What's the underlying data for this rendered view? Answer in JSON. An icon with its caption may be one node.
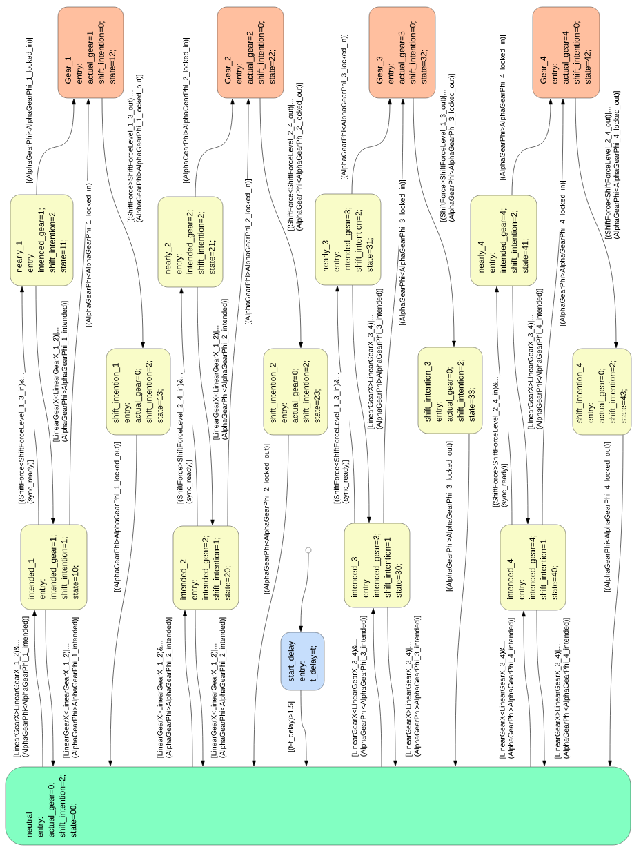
{
  "diagram": {
    "nodes": [
      {
        "text": [
          "neutral",
          "entry:",
          "actual_gear=0;",
          "shift_intention=2;",
          "state=00;"
        ]
      },
      {
        "text": [
          "start_delay",
          "entry:",
          "t_delay=t;"
        ]
      },
      {
        "text": [],
        "shape": "circle"
      },
      {
        "text": [
          "intended_1",
          "entry:",
          "intended_gear=1;",
          "shift_intention=1;",
          "state=10;"
        ]
      },
      {
        "text": [
          "nearly_1",
          "entry:",
          "intended_gear=1;",
          "shift_intention=2;",
          "state=11;"
        ]
      },
      {
        "text": [
          "Gear_1",
          "entry:",
          "actual_gear=1;",
          "shift_intention=0;",
          "state=12;"
        ]
      },
      {
        "text": [
          "shift_intention_1",
          "entry:",
          "actual_gear=0;",
          "shift_intention=2;",
          "state=13;"
        ]
      },
      {
        "text": [
          "intended_2",
          "entry:",
          "intended_gear=2;",
          "shift_intention=1;",
          "state=20;"
        ]
      },
      {
        "text": [
          "nearly_2",
          "entry:",
          "intended_gear=2;",
          "shift_intention=2;",
          "state=21;"
        ]
      },
      {
        "text": [
          "Gear_2",
          "entry:",
          "actual_gear=2;",
          "shift_intention=0;",
          "state=22;"
        ]
      },
      {
        "text": [
          "shift_intention_2",
          "entry:",
          "actual_gear=0;",
          "shift_intention=2;",
          "state=23;"
        ]
      },
      {
        "text": [
          "intended_3",
          "entry:",
          "intended_gear=3;",
          "shift_intention=1;",
          "state=30;"
        ]
      },
      {
        "text": [
          "nearly_3",
          "entry:",
          "intended_gear=3;",
          "shift_intention=2;",
          "state=31;"
        ]
      },
      {
        "text": [
          "Gear_3",
          "entry:",
          "actual_gear=3;",
          "shift_intention=0;",
          "state=32;"
        ]
      },
      {
        "text": [
          "shift_intention_3",
          "entry:",
          "actual_gear=0;",
          "shift_intention=2;",
          "state=33;"
        ]
      },
      {
        "text": [
          "intended_4",
          "entry:",
          "intended_gear=4;",
          "shift_intention=1;",
          "state=40;"
        ]
      },
      {
        "text": [
          "nearly_4",
          "entry:",
          "intended_gear=4;",
          "shift_intention=2;",
          "state=41;"
        ]
      },
      {
        "text": [
          "Gear_4",
          "entry:",
          "actual_gear=4;",
          "shift_intention=0;",
          "state=42;"
        ]
      },
      {
        "text": [
          "shift_intention_4",
          "entry:",
          "actual_gear=0;",
          "shift_intention=2;",
          "state=43;"
        ]
      }
    ],
    "edges": [
      {
        "from": 2,
        "to": 1,
        "arrow": "to"
      },
      {
        "from": 1,
        "to": 0,
        "arrow": "to",
        "label": "[(t-t_delay)>1.5]"
      },
      {
        "from": 0,
        "to": 3,
        "arrow": "to",
        "label": "[LinearGearX>LinearGearX_1_2)&... (AlphaGearPhi<AlphaGearPhi_1_intended)]"
      },
      {
        "from": 3,
        "to": 0,
        "arrow": "to",
        "label": "[LinearGearX<LinearGearX_1_2)|... (AlphaGearPhi>AlphaGearPhi_1_intended)]"
      },
      {
        "from": 3,
        "to": 4,
        "arrow": "to",
        "label": "[(ShiftForce<ShiftForceLevel_1_3_in)&... (sync_ready)]"
      },
      {
        "from": 4,
        "to": 3,
        "arrow": "to",
        "label": "[LinearGearX<LinearGearX_1_2)|... (AlphaGearPhi>AlphaGearPhi_1_intended)]"
      },
      {
        "from": 4,
        "to": 5,
        "arrow": "to",
        "label": "[(AlphaGearPhi<AlphaGearPhi_1_locked_in)]"
      },
      {
        "from": 3,
        "to": 5,
        "arrow": "to",
        "label": "[(AlphaGearPhi<AlphaGearPhi_1_locked_in)]"
      },
      {
        "from": 5,
        "to": 6,
        "arrow": "to",
        "label": "[(ShiftForce>ShiftForceLevel_1_3_out)|... (AlphaGearPhi>AlphaGearPhi_1_locked_out)]"
      },
      {
        "from": 6,
        "to": 0,
        "arrow": "to",
        "label": "[(AlphaGearPhi>AlphaGearPhi_1_locked_out)]"
      },
      {
        "from": 0,
        "to": 7,
        "arrow": "to",
        "label": "[LinearGearX>LinearGearX_1_2)&... (AlphaGearPhi>AlphaGearPhi_2_intended)]"
      },
      {
        "from": 7,
        "to": 0,
        "arrow": "to",
        "label": "[LinearGearX<LinearGearX_1_2)|... (AlphaGearPhi<AlphaGearPhi_2_intended)]"
      },
      {
        "from": 7,
        "to": 8,
        "arrow": "to",
        "label": "[(ShiftForce>ShiftForceLevel_2_4_in)&... (sync_ready)]"
      },
      {
        "from": 8,
        "to": 7,
        "arrow": "to",
        "label": "[LinearGearX<LinearGearX_1_2)|... (AlphaGearPhi<AlphaGearPhi_2_intended)]"
      },
      {
        "from": 8,
        "to": 9,
        "arrow": "to",
        "label": "[(AlphaGearPhi>AlphaGearPhi_2_locked_in)]"
      },
      {
        "from": 7,
        "to": 9,
        "arrow": "to",
        "label": "[(AlphaGearPhi>AlphaGearPhi_2_locked_in)]"
      },
      {
        "from": 9,
        "to": 10,
        "arrow": "to",
        "label": "[(ShiftForce<ShiftForceLevel_2_4_out)|... (AlphaGearPhi<AlphaGearPhi_2_locked_out)]"
      },
      {
        "from": 10,
        "to": 0,
        "arrow": "to",
        "label": "[(AlphaGearPhi<AlphaGearPhi_2_locked_out)]"
      },
      {
        "from": 0,
        "to": 11,
        "arrow": "to",
        "label": "[LinearGearX<LinearGearX_3_4)&... (AlphaGearPhi<AlphaGearPhi_3_intended)]"
      },
      {
        "from": 11,
        "to": 0,
        "arrow": "to",
        "label": "[LinearGearX>LinearGearX_3_4)|... (AlphaGearPhi>AlphaGearPhi_3_intended)]"
      },
      {
        "from": 11,
        "to": 12,
        "arrow": "to",
        "label": "[(ShiftForce<ShiftForceLevel_1_3_in)&... (sync_ready)]"
      },
      {
        "from": 12,
        "to": 11,
        "arrow": "to",
        "label": "[LinearGearX>LinearGearX_3_4)|... (AlphaGearPhi>AlphaGearPhi_3_intended)]"
      },
      {
        "from": 12,
        "to": 13,
        "arrow": "to",
        "label": "[(AlphaGearPhi<AlphaGearPhi_3_locked_in)]"
      },
      {
        "from": 11,
        "to": 13,
        "arrow": "to",
        "label": "[(AlphaGearPhi<AlphaGearPhi_3_locked_in)]"
      },
      {
        "from": 13,
        "to": 14,
        "arrow": "to",
        "label": "[(ShiftForce>ShiftForceLevel_1_3_out)|... (AlphaGearPhi>AlphaGearPhi_3_locked_out)]"
      },
      {
        "from": 14,
        "to": 0,
        "arrow": "to",
        "label": "[(AlphaGearPhi>AlphaGearPhi_3_locked_out)]"
      },
      {
        "from": 0,
        "to": 15,
        "arrow": "to",
        "label": "[LinearGearX<LinearGearX_3_4)&... (AlphaGearPhi>AlphaGearPhi_4_intended)]"
      },
      {
        "from": 15,
        "to": 0,
        "arrow": "to",
        "label": "[LinearGearX>LinearGearX_3_4)|... (AlphaGearPhi<AlphaGearPhi_4_intended)]"
      },
      {
        "from": 15,
        "to": 16,
        "arrow": "to",
        "label": "[(ShiftForce>ShiftForceLevel_2_4_in)&... (sync_ready)]"
      },
      {
        "from": 16,
        "to": 15,
        "arrow": "to",
        "label": "[LinearGearX>LinearGearX_3_4)|... (AlphaGearPhi<AlphaGearPhi_4_intended)]"
      },
      {
        "from": 16,
        "to": 17,
        "arrow": "to",
        "label": "[(AlphaGearPhi>AlphaGearPhi_4_locked_in)]"
      },
      {
        "from": 15,
        "to": 17,
        "arrow": "to",
        "label": "[(AlphaGearPhi>AlphaGearPhi_4_locked_in)]"
      },
      {
        "from": 17,
        "to": 18,
        "arrow": "to",
        "label": "[(ShiftForce<ShiftForceLevel_2_4_out)|... (AlphaGearPhi<AlphaGearPhi_4_locked_out)]"
      },
      {
        "from": 18,
        "to": 0,
        "arrow": "to",
        "label": "[(AlphaGearPhi<AlphaGearPhi_4_locked_out)]"
      }
    ]
  }
}
